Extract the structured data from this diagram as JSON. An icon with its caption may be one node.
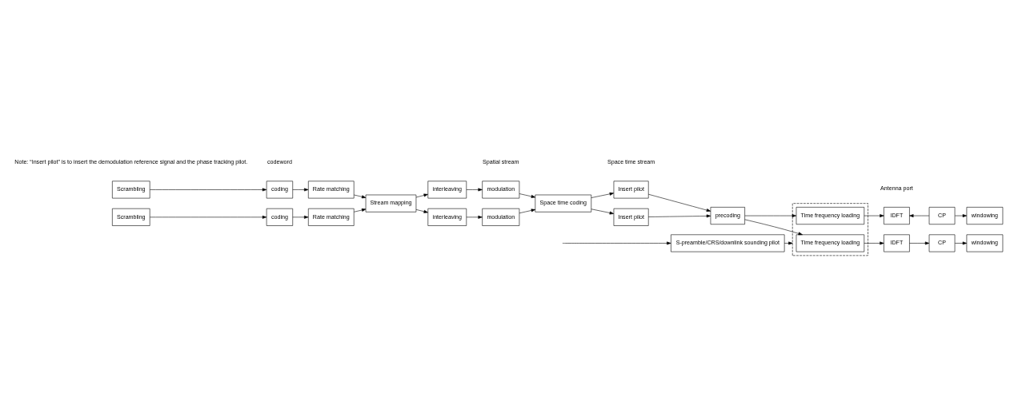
{
  "diagram": {
    "nodes": [
      {
        "text": [
          "Scrambling"
        ]
      },
      {
        "text": [
          "coding"
        ]
      },
      {
        "text": [
          "Rate matching"
        ]
      },
      {
        "text": [
          "Scrambling"
        ]
      },
      {
        "text": [
          "coding"
        ]
      },
      {
        "text": [
          "Rate matching"
        ]
      },
      {
        "text": [
          "Stream mapping"
        ]
      },
      {
        "text": [
          "interleaving"
        ]
      },
      {
        "text": [
          "modulation"
        ]
      },
      {
        "text": [
          "interleaving"
        ]
      },
      {
        "text": [
          "modulation"
        ]
      },
      {
        "text": [
          "Space time coding"
        ]
      },
      {
        "text": [
          "Insert pilot"
        ]
      },
      {
        "text": [
          "Insert pilot"
        ]
      },
      {
        "text": [
          "precoding"
        ]
      },
      {
        "text": [],
        "shape": "box"
      },
      {
        "text": [
          "Time frequency loading"
        ],
        "in": 15
      },
      {
        "text": [
          "Time frequency loading"
        ],
        "in": 15
      },
      {
        "text": [
          "IDFT"
        ]
      },
      {
        "text": [
          "CP"
        ]
      },
      {
        "text": [
          "windowing"
        ]
      },
      {
        "text": [
          "IDFT"
        ]
      },
      {
        "text": [
          "CP"
        ]
      },
      {
        "text": [
          "windowing"
        ]
      },
      {
        "text": [
          "S-preamble/CRS/downlink sounding pilot"
        ]
      }
    ],
    "edges": [
      {
        "from": 0,
        "to": 1,
        "arrow": "to"
      },
      {
        "from": 1,
        "to": 2,
        "arrow": "to"
      },
      {
        "from": 2,
        "to": 6,
        "arrow": "to"
      },
      {
        "from": 3,
        "to": 4,
        "arrow": "to"
      },
      {
        "from": 4,
        "to": 5,
        "arrow": "to"
      },
      {
        "from": 5,
        "to": 6,
        "arrow": "to"
      },
      {
        "from": 6,
        "to": 7,
        "arrow": "to"
      },
      {
        "from": 7,
        "to": 8,
        "arrow": "to"
      },
      {
        "from": 8,
        "to": 11,
        "arrow": "to"
      },
      {
        "from": 6,
        "to": 9,
        "arrow": "to"
      },
      {
        "from": 9,
        "to": 10,
        "arrow": "to"
      },
      {
        "from": 10,
        "to": 11,
        "arrow": "to"
      },
      {
        "from": 11,
        "to": 12,
        "arrow": "to"
      },
      {
        "from": 12,
        "to": 14,
        "arrow": "to"
      },
      {
        "from": 11,
        "to": 13,
        "arrow": "to"
      },
      {
        "from": 13,
        "to": 14,
        "arrow": "to"
      },
      {
        "from": 14,
        "to": 16,
        "arrow": "to"
      },
      {
        "from": 14,
        "to": 17,
        "arrow": "to"
      },
      {
        "from": 16,
        "to": 18,
        "arrow": "to"
      },
      {
        "from": 18,
        "to": 19,
        "arrow": "to"
      },
      {
        "from": 19,
        "to": 20,
        "arrow": "to"
      },
      {
        "from": 17,
        "to": 21,
        "arrow": "to"
      },
      {
        "from": 22,
        "to": 21,
        "arrow": "to"
      },
      {
        "from": 22,
        "to": 23,
        "arrow": "to"
      },
      {
        "from": null,
        "to": 24,
        "arrow": "to"
      },
      {
        "from": 24,
        "to": 15,
        "arrow": "to"
      }
    ],
    "labels": [
      "codeword",
      "Spatial stream",
      "Space time stream",
      "Antenna port",
      "Note: “Insert pilot” is to insert the demodulation reference signal and the phase tracking pilot."
    ]
  }
}
